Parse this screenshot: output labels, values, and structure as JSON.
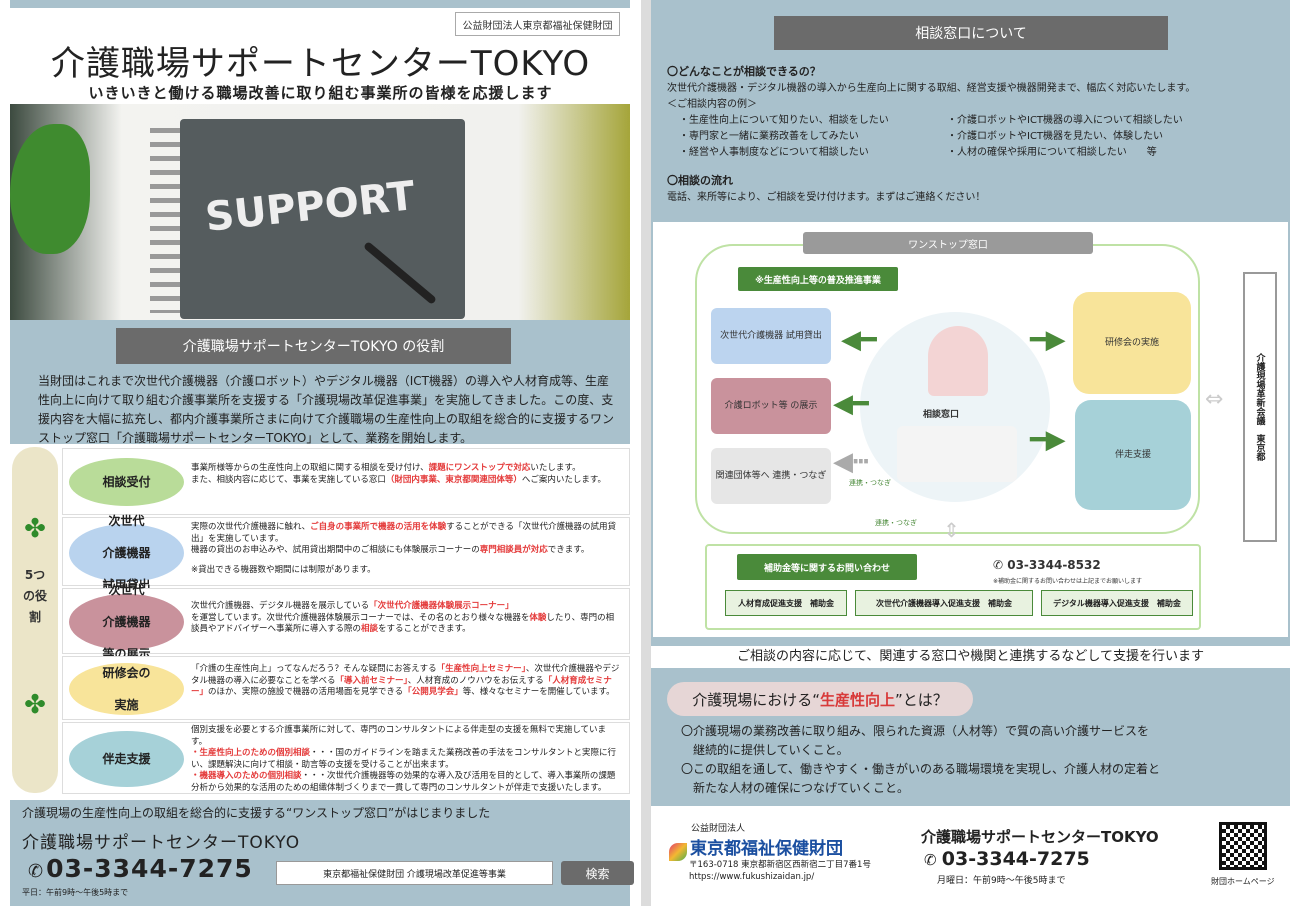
{
  "left": {
    "badge": "公益財団法人東京都福祉保健財団",
    "title": "介護職場サポートセンターTOKYO",
    "subtitle": "いきいきと働ける職場改善に取り組む事業所の皆様を応援します",
    "photo_text": "SUPPORT",
    "role_heading": "介護職場サポートセンターTOKYO の役割",
    "role_text": "当財団はこれまで次世代介護機器（介護ロボット）やデジタル機器（ICT機器）の導入や人材育成等、生産性向上に向けて取り組む介護事業所を支援する「介護現場改革促進事業」を実施してきました。この度、支援内容を大幅に拡充し、都内介護事業所さまに向けて介護職場の生産性向上の取組を総合的に支援するワンストップ窓口「介護職場サポートセンターTOKYO」として、業務を開始します。",
    "side_label": "5つの役割",
    "rows": [
      {
        "label": "相談受付",
        "color": "#b9dc99",
        "lines": [
          "事業所様等からの生産性向上の取組に関する相談を受け付け、",
          "課題にワンストップで対応",
          "いたします。",
          "また、相談内容に応じて、事業を実施している窓口",
          "（財団内事業、東京都関連団体等）",
          "へご案内いたします。"
        ]
      },
      {
        "label": "次世代\n介護機器\n試用貸出",
        "color": "#b9d3ee",
        "lines": [
          "実際の次世代介護機器に触れ、",
          "ご自身の事業所で機器の活用を体験",
          "することができる「次世代介護機器の試用貸出」を実施しています。",
          "機器の貸出のお申込みや、試用貸出期間中のご相談にも体験展示コーナーの",
          "専門相談員が対応",
          "できます。",
          "※貸出できる機器数や期間には制限があります。"
        ]
      },
      {
        "label": "次世代\n介護機器\n等の展示",
        "color": "#c9929c",
        "lines": [
          "次世代介護機器、デジタル機器を展示している",
          "「次世代介護機器体験展示コーナー」",
          "を運営しています。次世代介護機器体験展示コーナーでは、その名のとおり様々な機器を",
          "体験",
          "したり、専門の相談員やアドバイザーへ事業所に導入する際の",
          "相談",
          "をすることができます。"
        ]
      },
      {
        "label": "研修会の\n実施",
        "color": "#f8e49a",
        "lines": [
          "「介護の生産性向上」ってなんだろう？そんな疑問にお答えする",
          "「生産性向上セミナー」",
          "、次世代介護機器やデジタル機器の導入に必要なことを学べる",
          "「導入前セミナー」",
          "、人材育成のノウハウをお伝えする",
          "「人材育成セミナー」",
          "のほか、実際の施設で機器の活用場面を見学できる",
          "「公開見学会」",
          "等、様々なセミナーを開催しています。"
        ]
      },
      {
        "label": "伴走支援",
        "color": "#a6d1d8",
        "lines": [
          "個別支援を必要とする介護事業所に対して、専門のコンサルタントによる伴走型の支援を無料で実施しています。",
          "・生産性向上のための個別相談",
          "・・・国のガイドラインを踏まえた業務改善の手法をコンサルタントと実際に行い、課題解決に向けて相談・助言等の支援を受けることが出来ます。",
          "・機器導入のための個別相談",
          "・・・次世代介護機器等の効果的な導入及び活用を目的として、導入事業所の課題分析から効果的な活用のための組織体制づくりまで一貫して専門のコンサルタントが伴走で支援いたします。"
        ]
      }
    ],
    "footer_line": "介護現場の生産性向上の取組を総合的に支援する“ワンストップ窓口”がはじまりました",
    "footer_center": "介護職場サポートセンターTOKYO",
    "phone": "03-3344-7275",
    "hours": "平日：午前9時～午後5時まで",
    "search_value": "東京都福祉保健財団  介護現場改革促進等事業",
    "search_button": "検索"
  },
  "right": {
    "heading": "相談窓口について",
    "q1": "〇どんなことが相談できるの？",
    "q1_text": "次世代介護機器・デジタル機器の導入から生産向上に関する取組、経営支援や機器開発まで、幅広く対応いたします。",
    "examples_head": "＜ご相談内容の例＞",
    "examples_left": [
      "・生産性向上について知りたい、相談をしたい",
      "・専門家と一緒に業務改善をしてみたい",
      "・経営や人事制度などについて相談したい"
    ],
    "examples_right": [
      "・介護ロボットやICT機器の導入について相談したい",
      "・介護ロボットやICT機器を見たい、体験したい",
      "・人材の確保や採用について相談したい　　等"
    ],
    "q2": "〇相談の流れ",
    "q2_text": "電話、来所等により、ご相談を受け付けます。まずはご連絡ください！",
    "diagram": {
      "onestop": "ワンストップ窓口",
      "promo": "※生産性向上等の普及推進事業",
      "box_rental": "次世代介護機器\n試用貸出",
      "box_display": "介護ロボット等\nの展示",
      "box_related": "関連団体等へ\n連携・つなぎ",
      "small_link": "連携・つなぎ",
      "small_link2": "連携・つなぎ",
      "center": "相談窓口",
      "box_training": "研修会の実施",
      "box_support": "伴走支援",
      "tokyo": "介護現場革新会議　東京都",
      "subsidy_label": "補助金等に関するお問い合わせ",
      "subsidy_phone": "03-3344-8532",
      "subsidy_note": "※補助金に関するお問い合わせは上記までお願いします",
      "btn1": "人材育成促進支援　補助金",
      "btn2": "次世代介護機器導入促進支援　補助金",
      "btn3": "デジタル機器導入促進支援　補助金"
    },
    "band": "ご相談の内容に応じて、関連する窓口や機関と連携するなどして支援を行います",
    "prod_prefix": "介護現場における“",
    "prod_red": "生産性向上",
    "prod_suffix": "”とは？",
    "prod_lines": [
      "〇介護現場の業務改善に取り組み、限られた資源（人材等）で質の高い介護サービスを",
      "　継続的に提供していくこと。",
      "〇この取組を通して、働きやすく・働きがいのある職場環境を実現し、介護人材の定着と",
      "　新たな人材の確保につなげていくこと。"
    ],
    "org_small": "公益財団法人",
    "org_name": "東京都福祉保健財団",
    "addr1": "〒163-0718 東京都新宿区西新宿二丁目7番1号",
    "addr2": "https://www.fukushizaidan.jp/",
    "center_name": "介護職場サポートセンターTOKYO",
    "phone": "03-3344-7275",
    "hours": "月曜日：午前9時～午後5時まで",
    "qr_label": "財団ホームページ"
  }
}
